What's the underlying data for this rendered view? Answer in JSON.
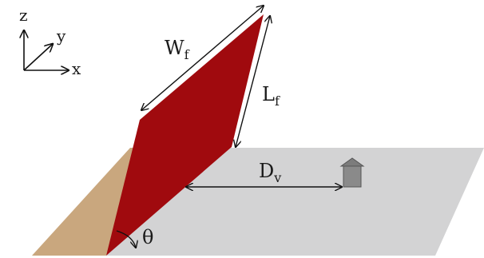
{
  "axes": {
    "z": "z",
    "y": "y",
    "x": "x"
  },
  "labels": {
    "width_main": "W",
    "width_sub": "f",
    "length_main": "L",
    "length_sub": "f",
    "distance_main": "D",
    "distance_sub": "v",
    "angle": "θ"
  },
  "colors": {
    "plane": "#d3d3d4",
    "plane_shadow": "#c9a77e",
    "fault": "#a00a0e",
    "receiver": "#8a8a8a",
    "line": "#111111"
  }
}
